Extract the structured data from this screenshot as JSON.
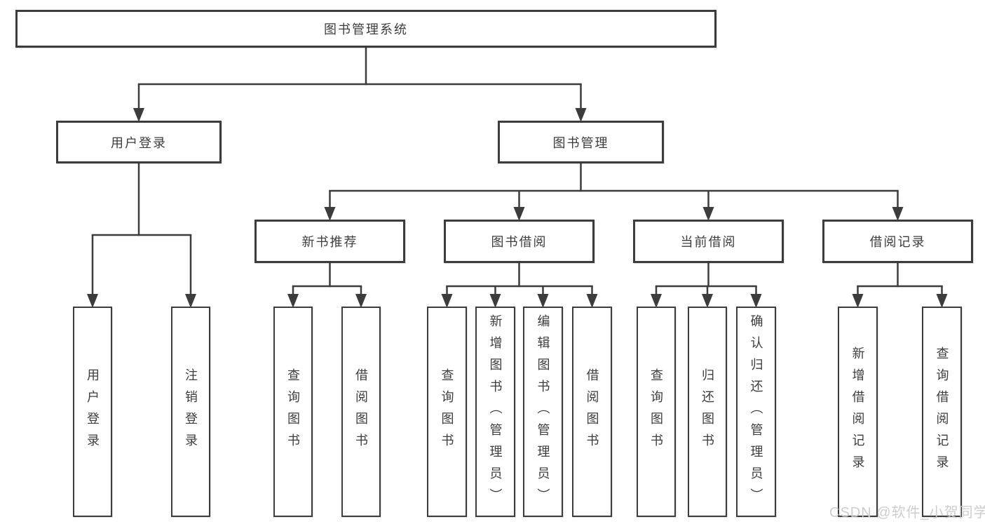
{
  "diagram": {
    "title": "图书管理系统",
    "tree": {
      "id": "root",
      "label": "图书管理系统",
      "children": [
        {
          "id": "user-login",
          "label": "用户登录",
          "children": [
            {
              "id": "user-login-leaf",
              "label": "用户登录"
            },
            {
              "id": "logout-leaf",
              "label": "注销登录"
            }
          ]
        },
        {
          "id": "book-mgmt",
          "label": "图书管理",
          "children": [
            {
              "id": "new-book-rec",
              "label": "新书推荐",
              "children": [
                {
                  "id": "nbr-query-books",
                  "label": "查询图书"
                },
                {
                  "id": "nbr-borrow-books",
                  "label": "借阅图书"
                }
              ]
            },
            {
              "id": "book-borrow",
              "label": "图书借阅",
              "children": [
                {
                  "id": "bb-query-books",
                  "label": "查询图书"
                },
                {
                  "id": "bb-add-books",
                  "label": "新增图书（管理员）"
                },
                {
                  "id": "bb-edit-books",
                  "label": "编辑图书（管理员）"
                },
                {
                  "id": "bb-borrow-books",
                  "label": "借阅图书"
                }
              ]
            },
            {
              "id": "current-borrow",
              "label": "当前借阅",
              "children": [
                {
                  "id": "cb-query-books",
                  "label": "查询图书"
                },
                {
                  "id": "cb-return-books",
                  "label": "归还图书"
                },
                {
                  "id": "cb-confirm-return",
                  "label": "确认归还（管理员）"
                }
              ]
            },
            {
              "id": "borrow-records",
              "label": "借阅记录",
              "children": [
                {
                  "id": "br-add-record",
                  "label": "新增借阅记录"
                },
                {
                  "id": "br-query-record",
                  "label": "查询借阅记录"
                }
              ]
            }
          ]
        }
      ]
    },
    "line_color": "#3c3c3c",
    "box_background": "#ffffff",
    "watermark": "CSDN @软件_小贺同学"
  }
}
